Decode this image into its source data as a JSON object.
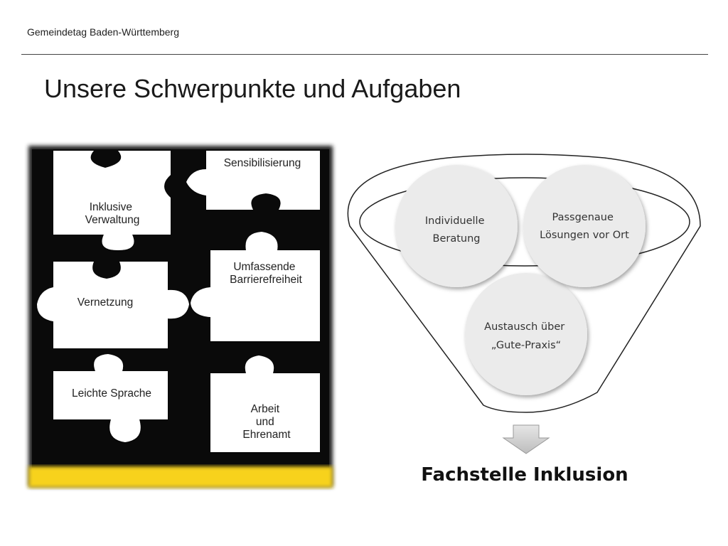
{
  "header": {
    "organization": "Gemeindetag Baden-Württemberg"
  },
  "slide": {
    "title": "Unsere Schwerpunkte und Aufgaben"
  },
  "puzzle": {
    "pieces": {
      "inklusive_verwaltung": [
        "Inklusive",
        "Verwaltung"
      ],
      "sensibilisierung": [
        "Sensibilisierung"
      ],
      "vernetzung": [
        "Vernetzung"
      ],
      "barrierefreiheit": [
        "Umfassende",
        "Barrierefreiheit"
      ],
      "leichte_sprache": [
        "Leichte Sprache"
      ],
      "arbeit_ehrenamt": [
        "Arbeit",
        "und",
        "Ehrenamt"
      ]
    }
  },
  "funnel": {
    "circles": {
      "beratung": [
        "Individuelle",
        "Beratung"
      ],
      "loesungen": [
        "Passgenaue",
        "Lösungen vor Ort"
      ],
      "austausch": [
        "Austausch über",
        "„Gute-Praxis“"
      ]
    },
    "result": "Fachstelle Inklusion"
  },
  "colors": {
    "accent_yellow": "#f7d21a",
    "circle_fill": "#ebebeb",
    "arrow_fill": "#cfcfcf"
  }
}
